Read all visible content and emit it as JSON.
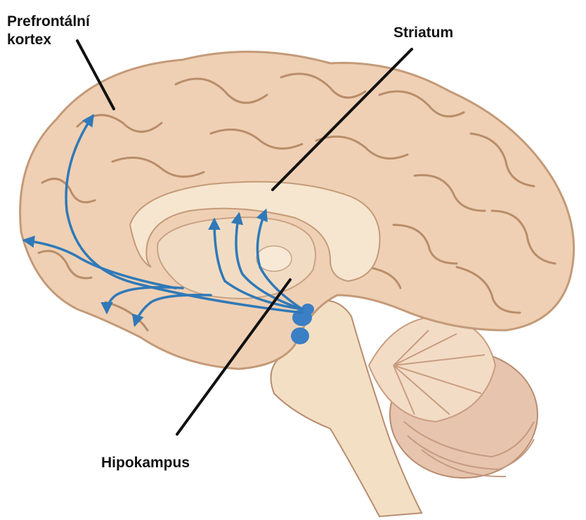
{
  "labels": {
    "prefrontal_line1": "Prefrontální",
    "prefrontal_line2": "kortex",
    "striatum": "Striatum",
    "hippocampus": "Hipokampus"
  },
  "colors": {
    "brain_fill": "#efd0b4",
    "brain_outline": "#c49a78",
    "gyri_lines": "#b98d6a",
    "inner_structure": "#f6e6cf",
    "pathway_blue": "#2f79b8",
    "nucleus_blue": "#3b7fc4",
    "cerebellum": "#e7c4ae",
    "brainstem": "#f3dfc4",
    "leader_line": "#111111"
  }
}
